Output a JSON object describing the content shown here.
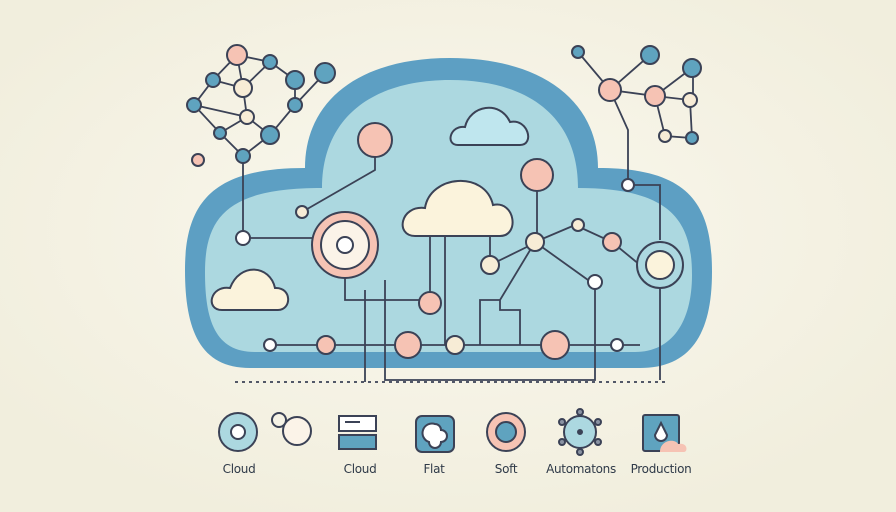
{
  "labels": [
    "Cloud",
    "Cloud",
    "Flat",
    "Soft",
    "Automatons",
    "Production"
  ],
  "colors": {
    "background": "#f6f3e6",
    "cloud_outline": "#5d9fc3",
    "cloud_fill": "#acd8e0",
    "node_pink": "#f6c3b4",
    "node_cream": "#f7ecd6",
    "node_blue": "#5fa3bf",
    "line": "#3b4256"
  },
  "icons": [
    "target-icon",
    "refresh-icon",
    "server-icon",
    "puzzle-icon",
    "lifebuoy-icon",
    "gear-icon",
    "water-drop-image-icon"
  ]
}
